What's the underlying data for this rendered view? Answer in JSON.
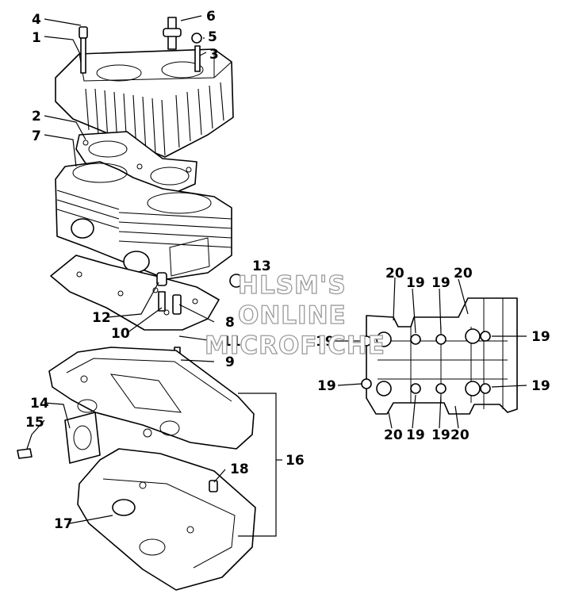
{
  "callouts": {
    "c1": "1",
    "c2": "2",
    "c3": "3",
    "c4": "4",
    "c5": "5",
    "c6": "6",
    "c7": "7",
    "c8": "8",
    "c9": "9",
    "c10": "10",
    "c11": "11",
    "c12": "12",
    "c13": "13",
    "c14": "14",
    "c15": "15",
    "c16": "16",
    "c17": "17",
    "c18": "18",
    "d19": "19",
    "d20": "20"
  },
  "watermark": {
    "line1": "HLSM'S",
    "line2": "ONLINE",
    "line3": "MICROFICHE"
  }
}
